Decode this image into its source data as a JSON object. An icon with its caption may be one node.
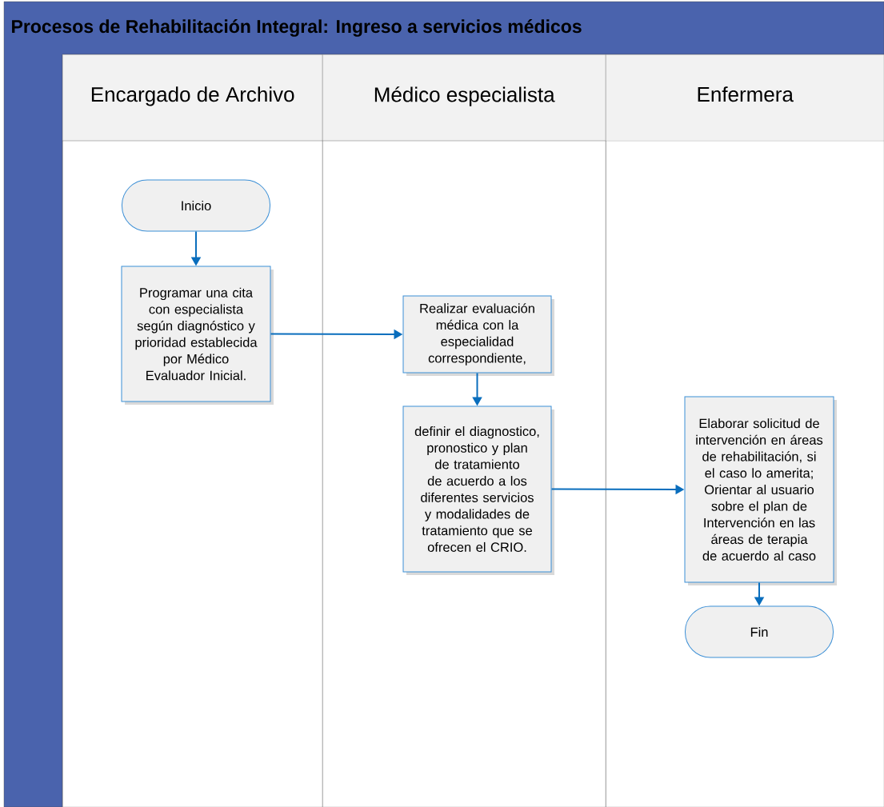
{
  "diagram": {
    "title": "Procesos de Rehabilitación Integral: Ingreso a servicios médicos",
    "nodes": [
      {
        "text": [
          "Encargado de Archivo"
        ]
      },
      {
        "text": [
          "Médico especialista"
        ]
      },
      {
        "text": [
          "Enfermera"
        ]
      },
      {
        "text": [
          "Inicio"
        ],
        "in": 0
      },
      {
        "text": [
          "Programar una cita con especialista según diagnóstico y prioridad establecida por Médico Evaluador Inicial."
        ],
        "in": 0
      },
      {
        "text": [
          "Realizar evaluación médica con la especialidad correspondiente,"
        ],
        "in": 1
      },
      {
        "text": [
          "definir el diagnostico, pronostico y plan de tratamiento de acuerdo a los diferentes servicios y modalidades de tratamiento que se ofrecen el CRIO."
        ],
        "in": 1
      },
      {
        "text": [
          "Elaborar solicitud de intervención en áreas de rehabilitación, si el caso lo amerita; Orientar al usuario sobre el plan de Intervención en las áreas de terapia de acuerdo al caso"
        ],
        "in": 2
      },
      {
        "text": [
          "Fin"
        ],
        "in": 2
      }
    ],
    "edges": [
      {
        "from": 3,
        "to": 4,
        "arrow": "to"
      },
      {
        "from": 4,
        "to": 5,
        "arrow": "to"
      },
      {
        "from": 5,
        "to": 6,
        "arrow": "to"
      },
      {
        "from": 6,
        "to": 7,
        "arrow": "to"
      },
      {
        "from": 7,
        "to": 8,
        "arrow": "to"
      }
    ]
  }
}
